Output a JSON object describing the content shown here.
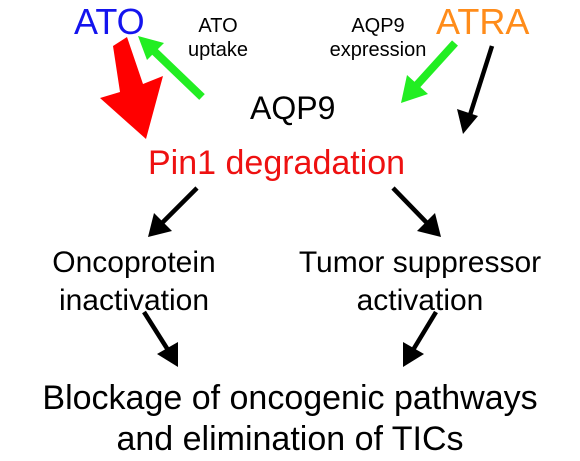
{
  "nodes": {
    "ato": {
      "label": "ATO",
      "color": "#1414ee"
    },
    "atra": {
      "label": "ATRA",
      "color": "#ff8c1a"
    },
    "ato_uptake": {
      "line1": "ATO",
      "line2": "uptake"
    },
    "aqp9_expression": {
      "line1": "AQP9",
      "line2": "expression"
    },
    "aqp9": {
      "label": "AQP9"
    },
    "pin1_degradation": {
      "label": "Pin1 degradation",
      "color": "#ee1111"
    },
    "oncoprotein": {
      "line1": "Oncoprotein",
      "line2": "inactivation"
    },
    "tumor_suppressor": {
      "line1": "Tumor suppressor",
      "line2": "activation"
    },
    "outcome": {
      "line1": "Blockage of oncogenic pathways",
      "line2": "and elimination of TICs"
    }
  },
  "arrows": [
    {
      "name": "ato-to-pin1-arrow",
      "from": "ATO",
      "to": "Pin1 degradation",
      "color": "#ff0000",
      "style": "bold"
    },
    {
      "name": "aqp9-to-ato-uptake-arrow",
      "from": "AQP9",
      "to": "ATO",
      "color": "#22ee22",
      "style": "medium"
    },
    {
      "name": "atra-to-aqp9-arrow",
      "from": "ATRA",
      "to": "AQP9",
      "color": "#22ee22",
      "style": "medium"
    },
    {
      "name": "atra-to-pin1-arrow",
      "from": "ATRA",
      "to": "Pin1 degradation",
      "color": "#000000",
      "style": "thin"
    },
    {
      "name": "pin1-to-oncoprotein-arrow",
      "from": "Pin1 degradation",
      "to": "Oncoprotein inactivation",
      "color": "#000000",
      "style": "thin"
    },
    {
      "name": "pin1-to-tumor-arrow",
      "from": "Pin1 degradation",
      "to": "Tumor suppressor activation",
      "color": "#000000",
      "style": "thin"
    },
    {
      "name": "oncoprotein-to-outcome-arrow",
      "from": "Oncoprotein inactivation",
      "to": "Blockage of oncogenic pathways and elimination of TICs",
      "color": "#000000",
      "style": "thin"
    },
    {
      "name": "tumor-to-outcome-arrow",
      "from": "Tumor suppressor activation",
      "to": "Blockage of oncogenic pathways and elimination of TICs",
      "color": "#000000",
      "style": "thin"
    }
  ]
}
